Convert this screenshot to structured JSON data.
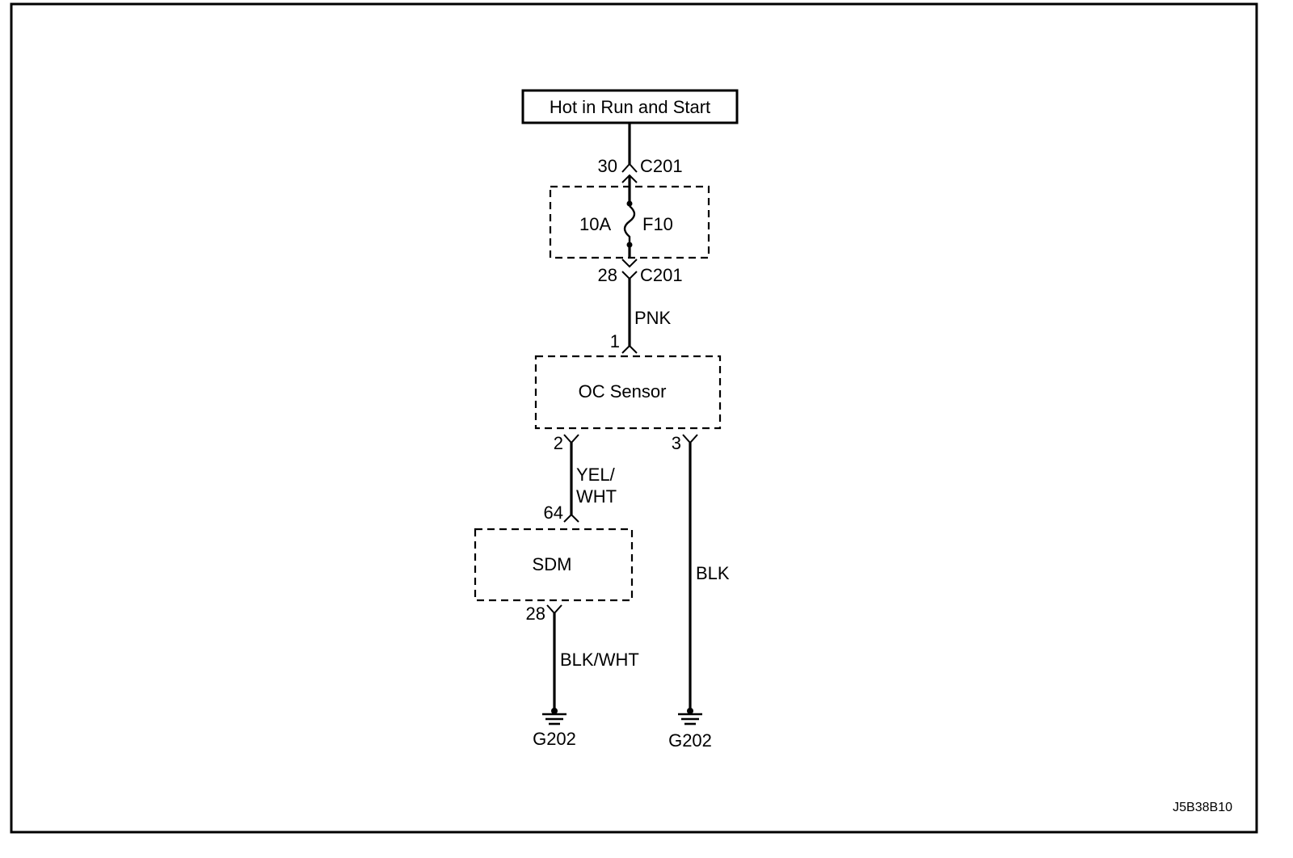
{
  "power_source": {
    "label": "Hot in Run and Start"
  },
  "connectors": {
    "c201_top": {
      "pin": "30",
      "name": "C201"
    },
    "c201_bottom": {
      "pin": "28",
      "name": "C201"
    },
    "sensor_in": {
      "pin": "1"
    },
    "sensor_out_signal": {
      "pin": "2"
    },
    "sensor_out_ground": {
      "pin": "3"
    },
    "sdm_in": {
      "pin": "64"
    },
    "sdm_out": {
      "pin": "28"
    }
  },
  "fuse": {
    "rating": "10A",
    "name": "F10"
  },
  "components": {
    "oc_sensor": "OC Sensor",
    "sdm": "SDM"
  },
  "wires": {
    "pnk": "PNK",
    "yel_wht_line1": "YEL/",
    "yel_wht_line2": "WHT",
    "blk_wht": "BLK/WHT",
    "blk": "BLK"
  },
  "grounds": {
    "left": "G202",
    "right": "G202"
  },
  "figure_id": "J5B38B10"
}
